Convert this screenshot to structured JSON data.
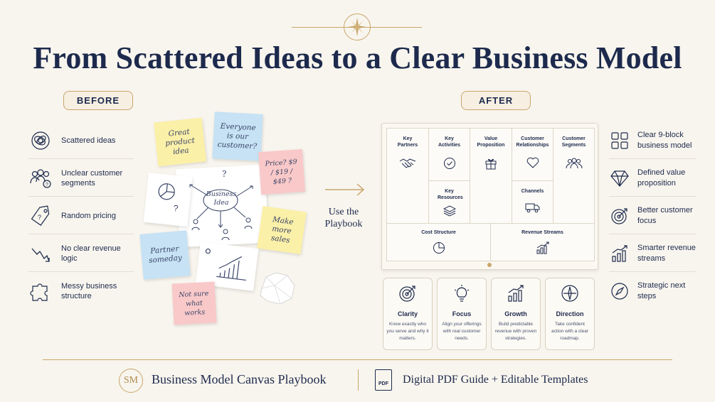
{
  "header": {
    "title": "From Scattered Ideas to a Clear Business Model",
    "before_label": "BEFORE",
    "after_label": "AFTER"
  },
  "before_list": [
    {
      "icon": "tangled-lines-icon",
      "label": "Scattered ideas"
    },
    {
      "icon": "people-question-icon",
      "label": "Unclear customer segments"
    },
    {
      "icon": "price-tag-question-icon",
      "label": "Random pricing"
    },
    {
      "icon": "zigzag-down-arrow-icon",
      "label": "No clear revenue logic"
    },
    {
      "icon": "puzzle-piece-icon",
      "label": "Messy business structure"
    }
  ],
  "sticky_notes": {
    "great_product": "Great product idea",
    "everyone": "Everyone is our customer?",
    "price": "Price? $9 / $19 / $49 ?",
    "business_idea": "Business Idea",
    "make_more_sales": "Make more sales",
    "partner": "Partner someday",
    "not_sure": "Not sure what works",
    "question_mark": "?"
  },
  "transition": {
    "label": "Use the Playbook"
  },
  "canvas": {
    "key_partners": "Key Partners",
    "key_activities": "Key Activities",
    "value_proposition": "Value Proposition",
    "customer_relationships": "Customer Relationships",
    "customer_segments": "Customer Segments",
    "key_resources": "Key Resources",
    "channels": "Channels",
    "cost_structure": "Cost Structure",
    "revenue_streams": "Revenue Streams"
  },
  "cards": [
    {
      "icon": "target-icon",
      "title": "Clarity",
      "desc": "Know exactly who you serve and why it matters."
    },
    {
      "icon": "lightbulb-icon",
      "title": "Focus",
      "desc": "Align your offerings with real customer needs."
    },
    {
      "icon": "growth-chart-icon",
      "title": "Growth",
      "desc": "Build predictable revenue with proven strategies."
    },
    {
      "icon": "compass-icon",
      "title": "Direction",
      "desc": "Take confident action with a clear roadmap."
    }
  ],
  "after_list": [
    {
      "icon": "grid-blocks-icon",
      "label": "Clear 9-block business model"
    },
    {
      "icon": "diamond-icon",
      "label": "Defined value proposition"
    },
    {
      "icon": "target-icon",
      "label": "Better customer focus"
    },
    {
      "icon": "growth-chart-icon",
      "label": "Smarter revenue streams"
    },
    {
      "icon": "compass-icon",
      "label": "Strategic next steps"
    }
  ],
  "footer": {
    "logo": "SM",
    "product_name": "Business Model Canvas Playbook",
    "pdf_badge": "PDF",
    "format": "Digital PDF Guide + Editable Templates"
  },
  "colors": {
    "background": "#f8f5ee",
    "navy": "#1d2a4d",
    "gold": "#c9a66b",
    "note_yellow": "#fbf0a8",
    "note_blue": "#c6e2f4",
    "note_pink": "#f9c9c9"
  }
}
